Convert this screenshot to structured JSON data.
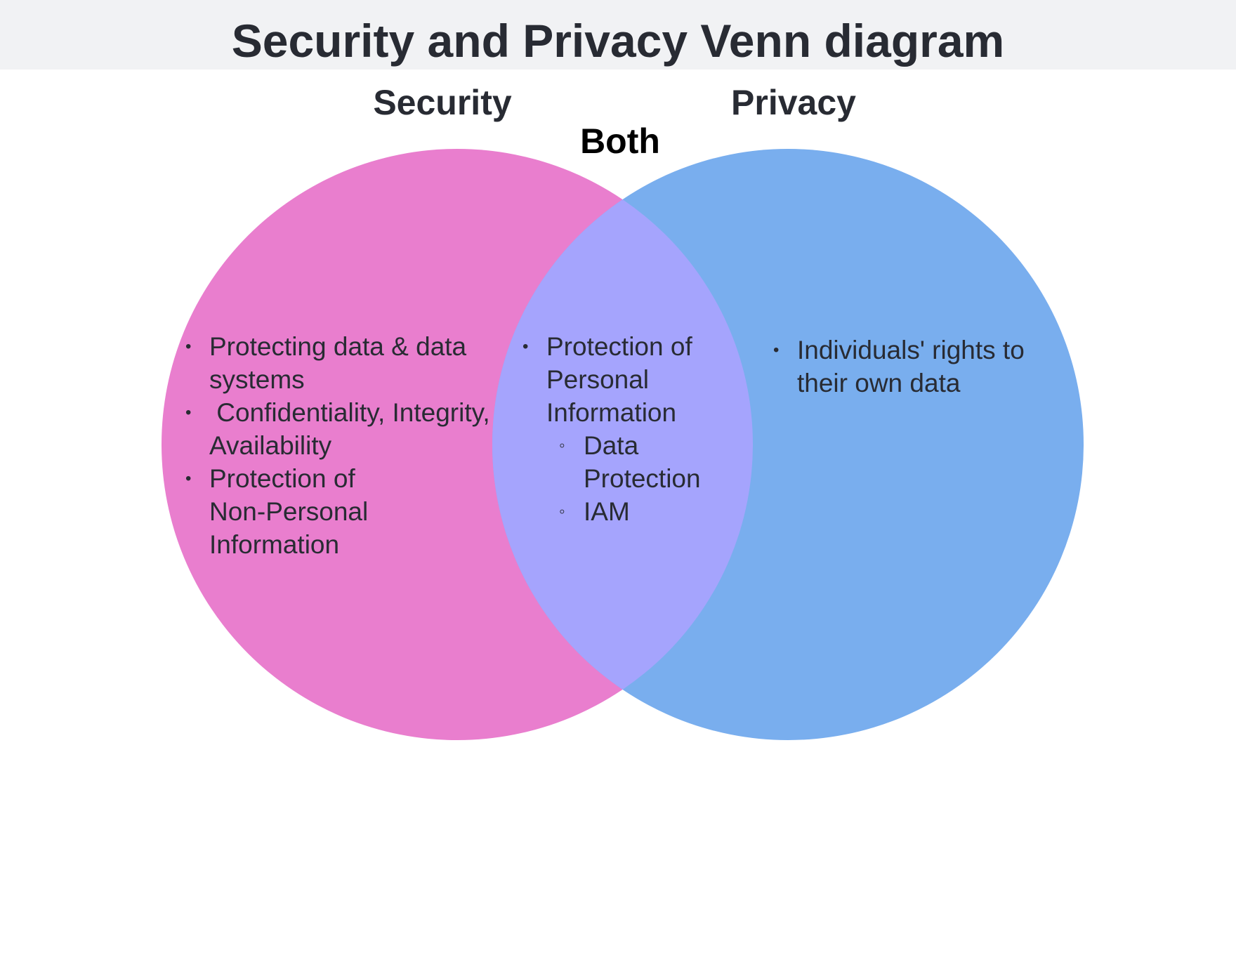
{
  "title": "Security and Privacy Venn diagram",
  "colors": {
    "title_bar": "#f1f2f4",
    "security_circle": "#e97ece",
    "privacy_circle": "#79aeee",
    "overlap": "#a5a4fd",
    "text": "#282b33"
  },
  "sets": {
    "security": {
      "label": "Security",
      "items": [
        "Protecting data & data systems",
        " Confidentiality, Integrity, Availability",
        "Protection of Non-Personal Information"
      ]
    },
    "both": {
      "label": "Both",
      "items": [
        {
          "text": "Protection of Personal Information",
          "subitems": [
            "Data Protection",
            "IAM"
          ]
        }
      ]
    },
    "privacy": {
      "label": "Privacy",
      "items": [
        "Individuals' rights to their own data"
      ]
    }
  }
}
